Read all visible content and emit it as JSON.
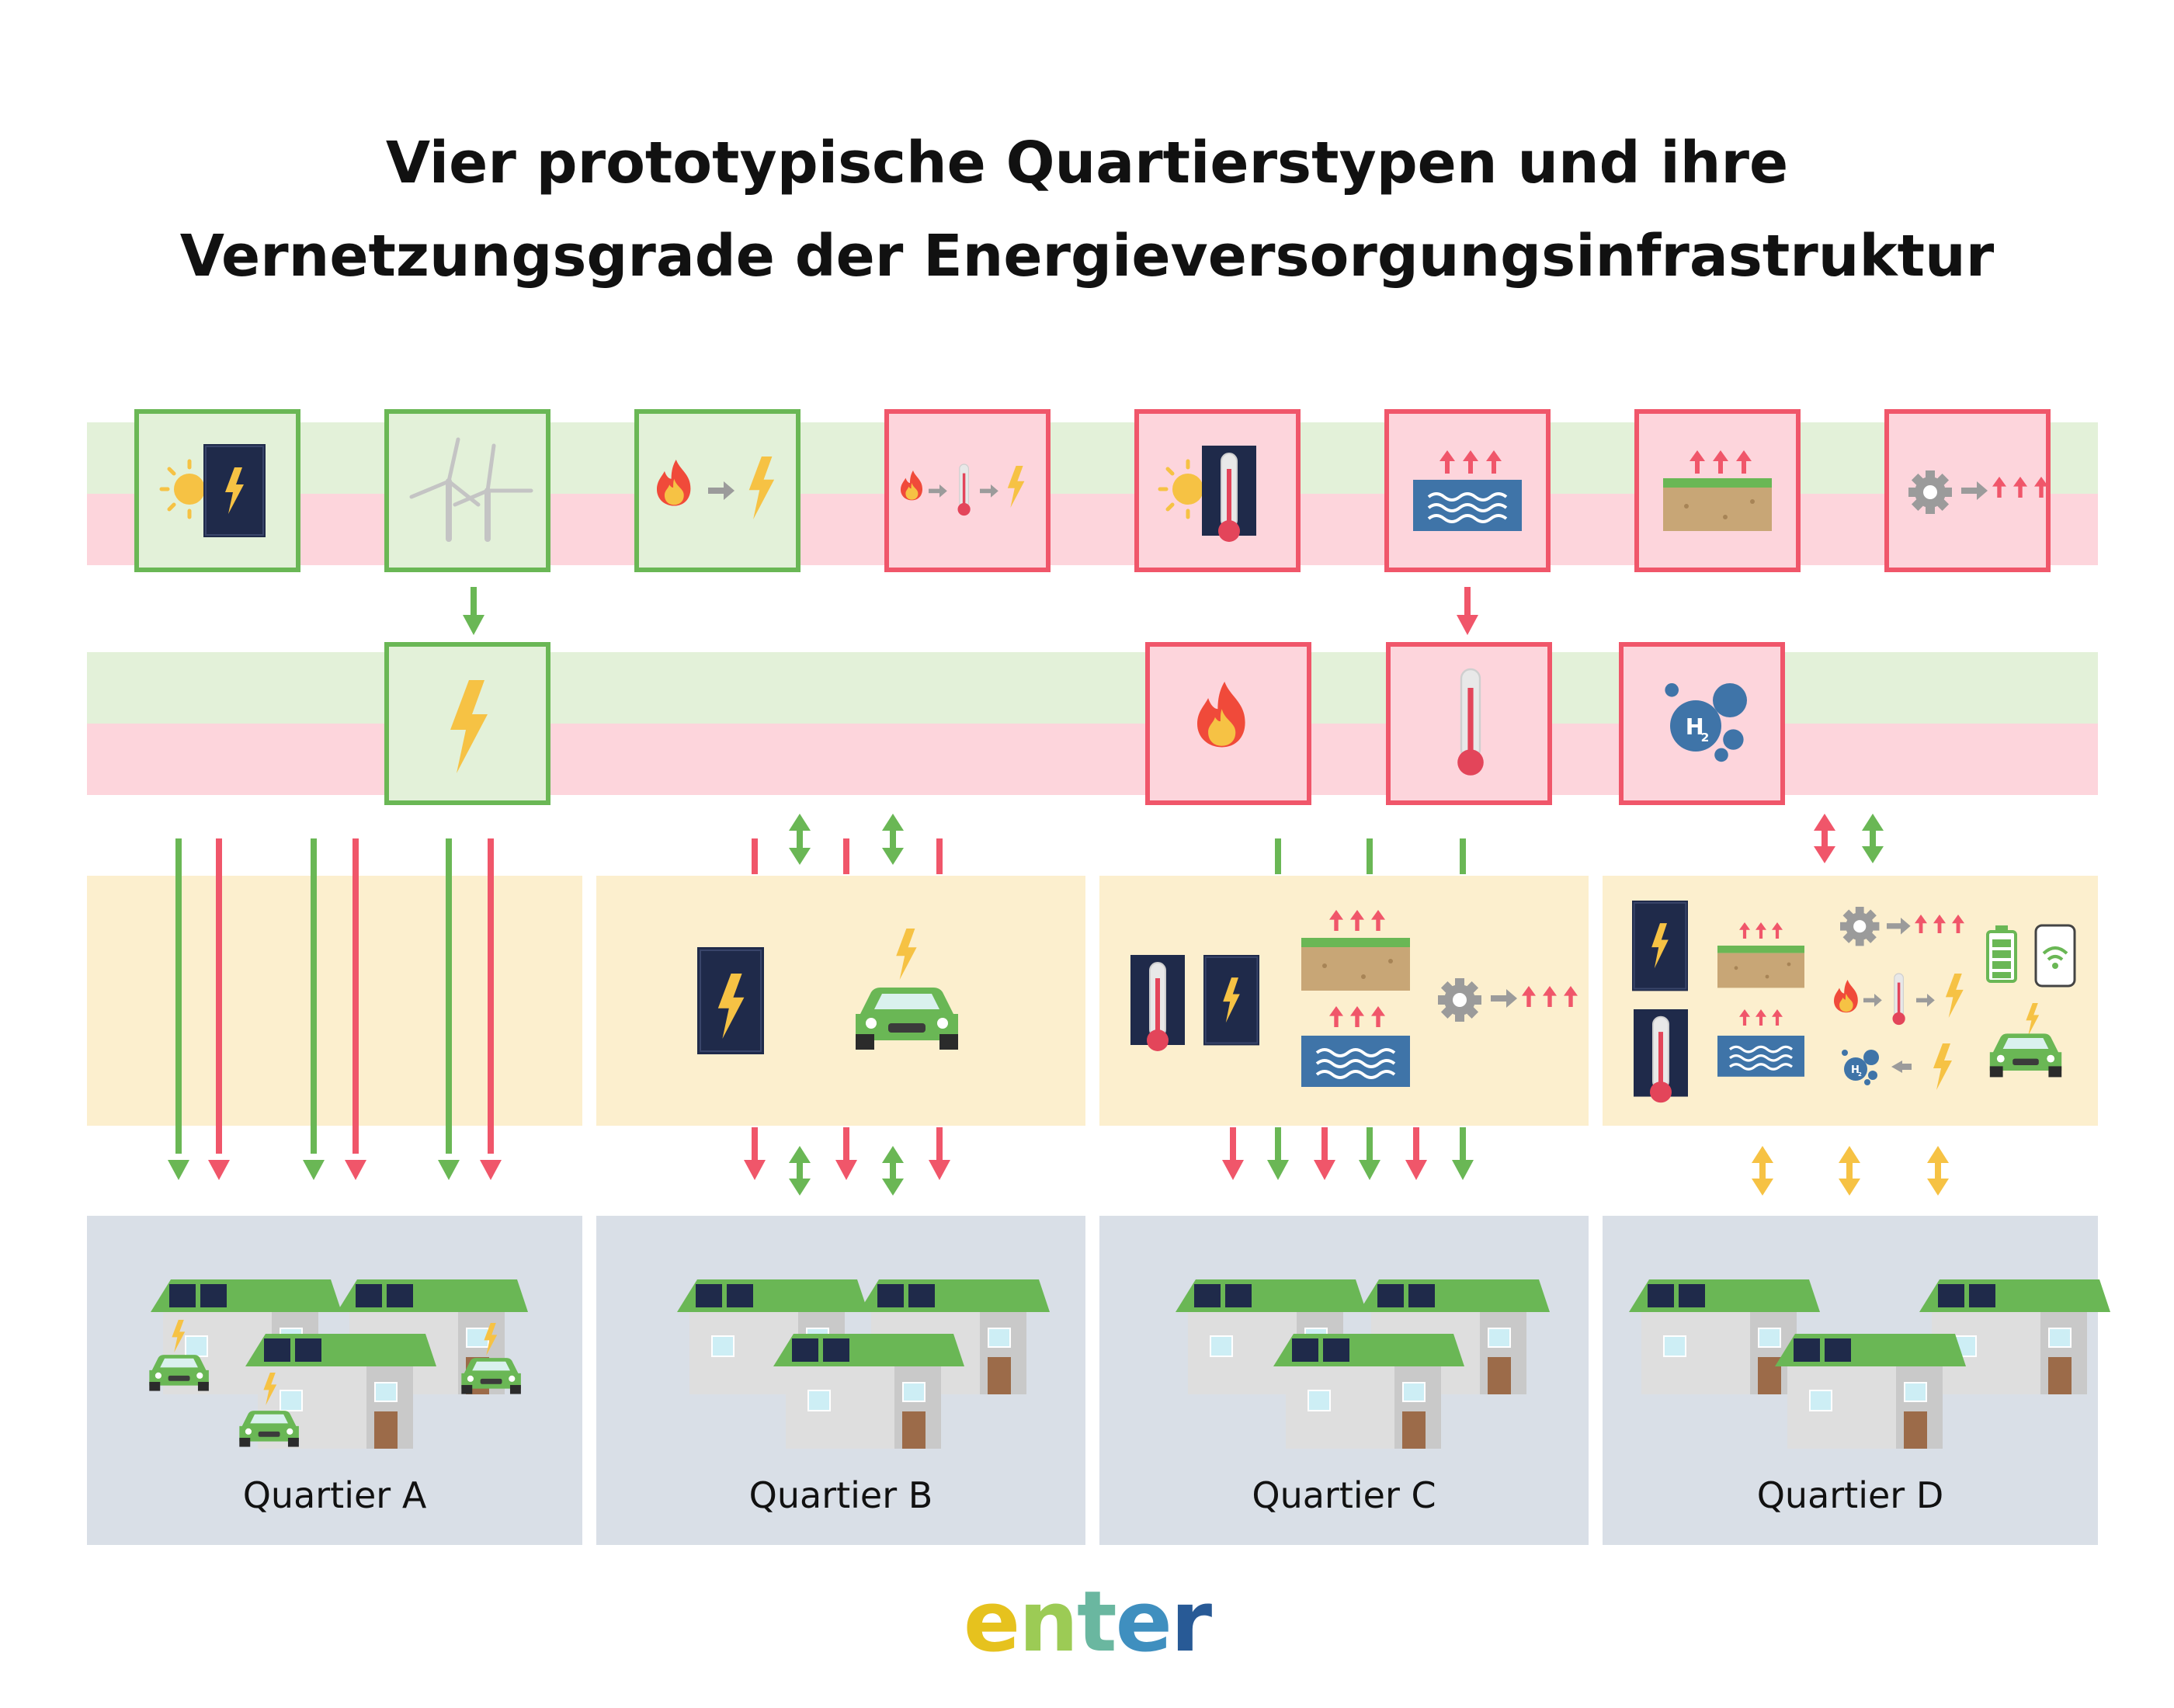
{
  "title": {
    "line1": "Vier prototypische Quartierstypen und ihre",
    "line2": "Vernetzungsgrade der Energieversorgungsinfrastruktur"
  },
  "colors": {
    "green": "#6ab755",
    "red": "#f0566a",
    "yellow": "#f6c244",
    "band_green": "#e3f1d9",
    "band_red": "#fdd5dc",
    "local_bg": "#fcefce",
    "quartier_bg": "#d9dfe7"
  },
  "top_row": [
    {
      "icon": "solar-pv-icon",
      "status": "green"
    },
    {
      "icon": "wind-turbine-icon",
      "status": "green"
    },
    {
      "icon": "fire-to-power-icon",
      "status": "green"
    },
    {
      "icon": "chp-fire-heat-power-icon",
      "status": "red"
    },
    {
      "icon": "solar-thermal-icon",
      "status": "red"
    },
    {
      "icon": "water-heat-source-icon",
      "status": "red"
    },
    {
      "icon": "ground-heat-source-icon",
      "status": "red"
    },
    {
      "icon": "heat-pump-icon",
      "status": "red"
    }
  ],
  "network_row": [
    {
      "icon": "electricity-grid-icon",
      "status": "green"
    },
    {
      "icon": "gas-grid-icon",
      "status": "red"
    },
    {
      "icon": "district-heating-icon",
      "status": "red"
    },
    {
      "icon": "hydrogen-grid-icon",
      "status": "red"
    }
  ],
  "quartiers": [
    {
      "name": "Quartier A"
    },
    {
      "name": "Quartier B"
    },
    {
      "name": "Quartier C"
    },
    {
      "name": "Quartier D"
    }
  ],
  "logo": {
    "l1": "e",
    "l2": "n",
    "l3": "t",
    "l4": "e",
    "l5": "r"
  }
}
